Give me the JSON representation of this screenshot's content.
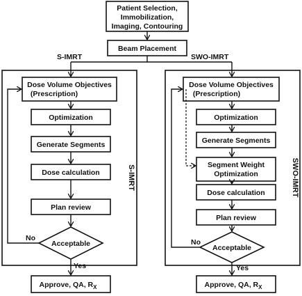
{
  "start": {
    "line1": "Patient Selection,",
    "line2": "Immobilization,",
    "line3": "Imaging, Contouring"
  },
  "beam": "Beam Placement",
  "left": {
    "branch_label": "S-IMRT",
    "side_label": "S-IMRT",
    "dvo_line1": "Dose Volume Objectives",
    "dvo_line2": "(Prescription)",
    "optimization": "Optimization",
    "segments": "Generate Segments",
    "dose": "Dose calculation",
    "review": "Plan review",
    "decision": "Acceptable",
    "no": "No",
    "yes": "Yes",
    "approve": "Approve, QA, R",
    "approve_sub": "X"
  },
  "right": {
    "branch_label": "SWO-IMRT",
    "side_label": "SWO-IMRT",
    "dvo_line1": "Dose Volume Objectives",
    "dvo_line2": "(Prescription)",
    "optimization": "Optimization",
    "segments": "Generate Segments",
    "swo_line1": "Segment Weight",
    "swo_line2": "Optimization",
    "dose": "Dose calculation",
    "review": "Plan review",
    "decision": "Acceptable",
    "no": "No",
    "yes": "Yes",
    "approve": "Approve, QA, R",
    "approve_sub": "X"
  }
}
